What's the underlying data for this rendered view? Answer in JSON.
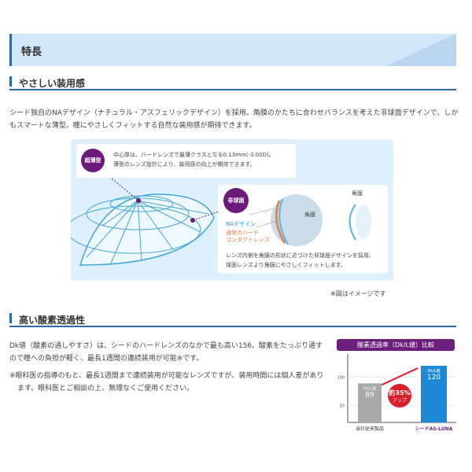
{
  "header": {
    "title": "特長"
  },
  "section1": {
    "title": "やさしい装用感",
    "body": "シード独自のNAデザイン（ナチュラル・アスフェリックデザイン）を採用。角膜のかたちに合わせバランスを考えた非球面デザインで、しかもスマートな薄型。瞳にやさしくフィットする自然な装用感が期待できます。",
    "figure": {
      "badge_thin": "超薄型",
      "thin_text_1": "中心厚は、ハードレンズで最薄クラスとなる0.13mm(-3.00D)。",
      "thin_text_2": "薄型のレンズ設計により、装用感の向上が期待できます。",
      "badge_aspheric": "非球面",
      "label_cornea": "角膜",
      "label_cornea_eye": "角膜",
      "label_na": "NAデザイン",
      "label_normal_1": "通常のハード",
      "label_normal_2": "コンタクトレンズ",
      "aspheric_text_1": "レンズ内側を角膜の形状に近づけた非球面デザインを採用。",
      "aspheric_text_2": "球面レンズより角膜にやさしくフィットします。",
      "colors": {
        "badge": "#6a1b7a",
        "na": "#2d8fd0",
        "normal": "#e07a3c"
      }
    },
    "image_note": "※図はイメージです"
  },
  "section2": {
    "title": "高い酸素透過性",
    "body": "Dk値（酸素の通しやすさ）は、シードのハードレンズのなかで最も高い156。酸素をたっぷり通すので瞳への負担が軽く、最長1週間の連続装用が可能※です。",
    "footnote": "※眼科医の指導のもと、最長1週間まで連続装用が可能なレンズですが、装用時間には個人差があります。眼科医とご相談の上、無理なくご使用ください。"
  },
  "chart_data": {
    "type": "bar",
    "title": "酸素透過率（Dk/L値）比較",
    "categories": [
      "当社従来製品",
      "シードAS-LUNA"
    ],
    "values": [
      89,
      120
    ],
    "value_label": "Dk/L値",
    "yticks": [
      50,
      100
    ],
    "annotation": {
      "line1": "約35%",
      "line2": "アップ"
    },
    "colors": {
      "bar1": "#a9a9a9",
      "bar2": "#1e8ad6",
      "accent": "#d9202a",
      "title_bg": "#6b1e7c"
    }
  }
}
